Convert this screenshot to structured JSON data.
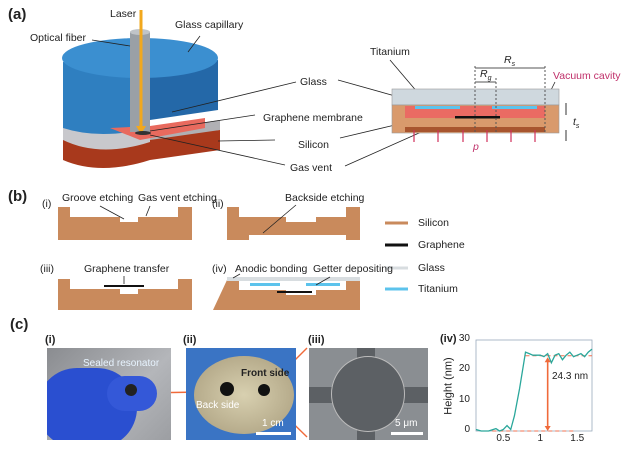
{
  "panel_a": {
    "label": "(a)",
    "laser": "Laser",
    "optical_fiber": "Optical fiber",
    "glass_capillary": "Glass capillary",
    "glass": "Glass",
    "graphene_membrane": "Graphene membrane",
    "silicon": "Silicon",
    "gas_vent": "Gas vent",
    "titanium": "Titanium",
    "vacuum_cavity": "Vacuum cavity",
    "r_s": "R",
    "r_s_sub": "s",
    "r_g": "R",
    "r_g_sub": "g",
    "t_s": "t",
    "t_s_sub": "s",
    "p": "p"
  },
  "panel_b": {
    "label": "(b)",
    "steps": [
      {
        "num": "(i)",
        "a": "Groove etching",
        "b": "Gas vent etching"
      },
      {
        "num": "(ii)",
        "a": "Backside etching"
      },
      {
        "num": "(iii)",
        "a": "Graphene transfer"
      },
      {
        "num": "(iv)",
        "a": "Anodic bonding",
        "b": "Getter depositing"
      }
    ],
    "legend": [
      {
        "label": "Silicon",
        "color": "#c98a5c"
      },
      {
        "label": "Graphene",
        "color": "#111111"
      },
      {
        "label": "Glass",
        "color": "#d8dde0"
      },
      {
        "label": "Titanium",
        "color": "#5cc3ec"
      }
    ]
  },
  "panel_c": {
    "label": "(c)",
    "i": "(i)",
    "ii": "(ii)",
    "iii": "(iii)",
    "sealed_resonator": "Sealed resonator",
    "front_side": "Front side",
    "back_side": "Back side",
    "scale_ii": "1 cm",
    "scale_iii": "5 μm"
  },
  "chart_data": {
    "type": "line",
    "label": "(iv)",
    "ylabel": "Height (nm)",
    "xlim": [
      0.13,
      1.7
    ],
    "ylim": [
      0,
      30
    ],
    "xticks": [
      "0.5",
      "1",
      "1.5"
    ],
    "xtick_values": [
      0.5,
      1,
      1.5
    ],
    "yticks": [
      "0",
      "10",
      "20",
      "30"
    ],
    "ytick_values": [
      0,
      10,
      20,
      30
    ],
    "annotation": "24.3 nm",
    "step_height": 24.3,
    "series": [
      {
        "name": "profile",
        "color": "#2aa79b",
        "x": [
          0.13,
          0.2,
          0.3,
          0.4,
          0.45,
          0.5,
          0.55,
          0.6,
          0.65,
          0.72,
          0.8,
          0.85,
          0.9,
          1.0,
          1.05,
          1.1,
          1.15,
          1.2,
          1.25,
          1.3,
          1.35,
          1.4,
          1.45,
          1.5,
          1.55,
          1.6,
          1.65,
          1.7
        ],
        "y": [
          0.5,
          0,
          0,
          0.8,
          0,
          0.5,
          1.8,
          0.5,
          5,
          14,
          26,
          25.5,
          25,
          25,
          24.5,
          25.5,
          22.5,
          25,
          25.5,
          23.5,
          25,
          26,
          24.5,
          25,
          25.5,
          24.5,
          26,
          27
        ]
      }
    ]
  }
}
